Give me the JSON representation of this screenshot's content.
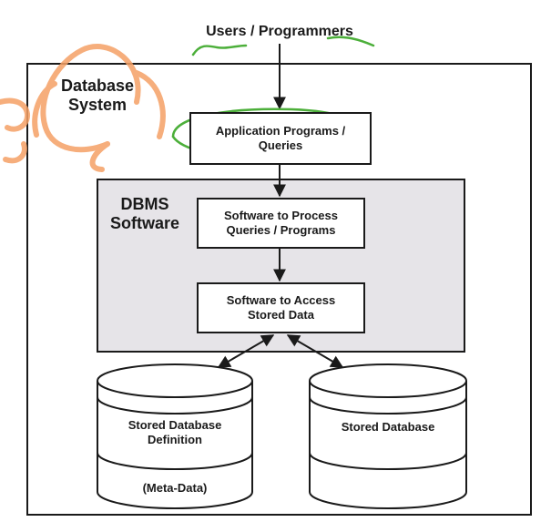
{
  "users_label": "Users / Programmers",
  "system_label": "Database\nSystem",
  "application_box": "Application Programs /\nQueries",
  "dbms_label": "DBMS\nSoftware",
  "process_box": "Software to Process\nQueries / Programs",
  "access_box": "Software to Access\nStored Data",
  "stored_definition": {
    "title": "Stored Database\nDefinition",
    "meta": "(Meta-Data)"
  },
  "stored_database": "Stored Database",
  "colors": {
    "line": "#1a1a1a",
    "dbms_fill": "#e6e4e8",
    "annotation_orange": "#f5a066",
    "annotation_green": "#4caf3a"
  }
}
